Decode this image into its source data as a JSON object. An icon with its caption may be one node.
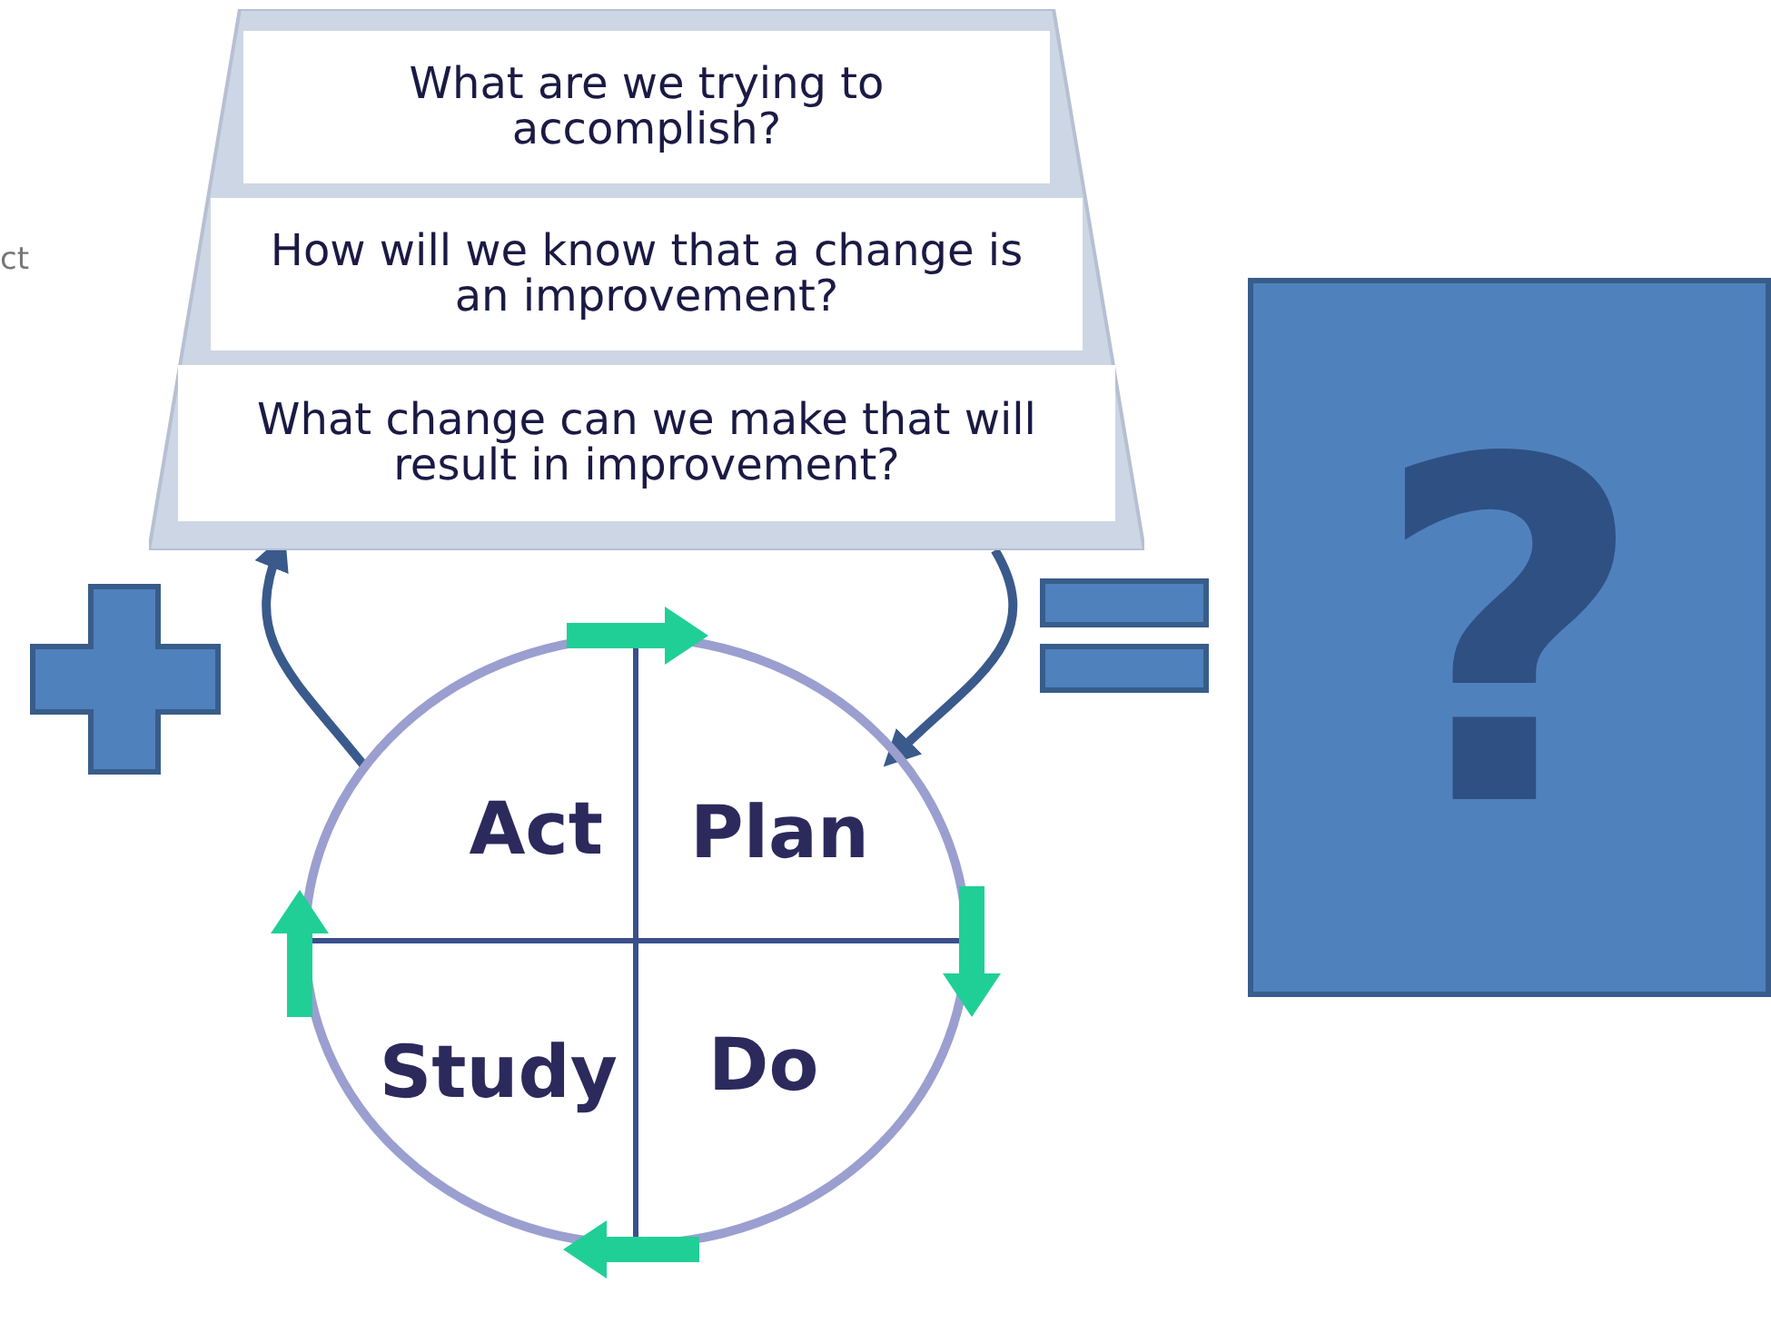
{
  "diagram": {
    "nodes": [
      {
        "text": [],
        "shape": "box"
      },
      {
        "text": [
          "What are we trying to accomplish?"
        ],
        "in": 0
      },
      {
        "text": [
          "How will we know that a change is an improvement?"
        ],
        "in": 0
      },
      {
        "text": [
          "What change can we make that will result in improvement?"
        ],
        "in": 0
      },
      {
        "text": [],
        "shape": "circle"
      },
      {
        "text": [
          "Act"
        ],
        "in": 4
      },
      {
        "text": [
          "Plan"
        ],
        "in": 4
      },
      {
        "text": [
          "Study"
        ],
        "in": 4
      },
      {
        "text": [
          "Do"
        ],
        "in": 4
      },
      {
        "text": [
          "?"
        ]
      }
    ],
    "edges": [
      {
        "from": 0,
        "to": 4,
        "arrow": "to",
        "color": "#3a5a8c"
      },
      {
        "from": 4,
        "to": 0,
        "arrow": "to",
        "color": "#3a5a8c"
      }
    ],
    "labels": [
      "ct"
    ]
  }
}
